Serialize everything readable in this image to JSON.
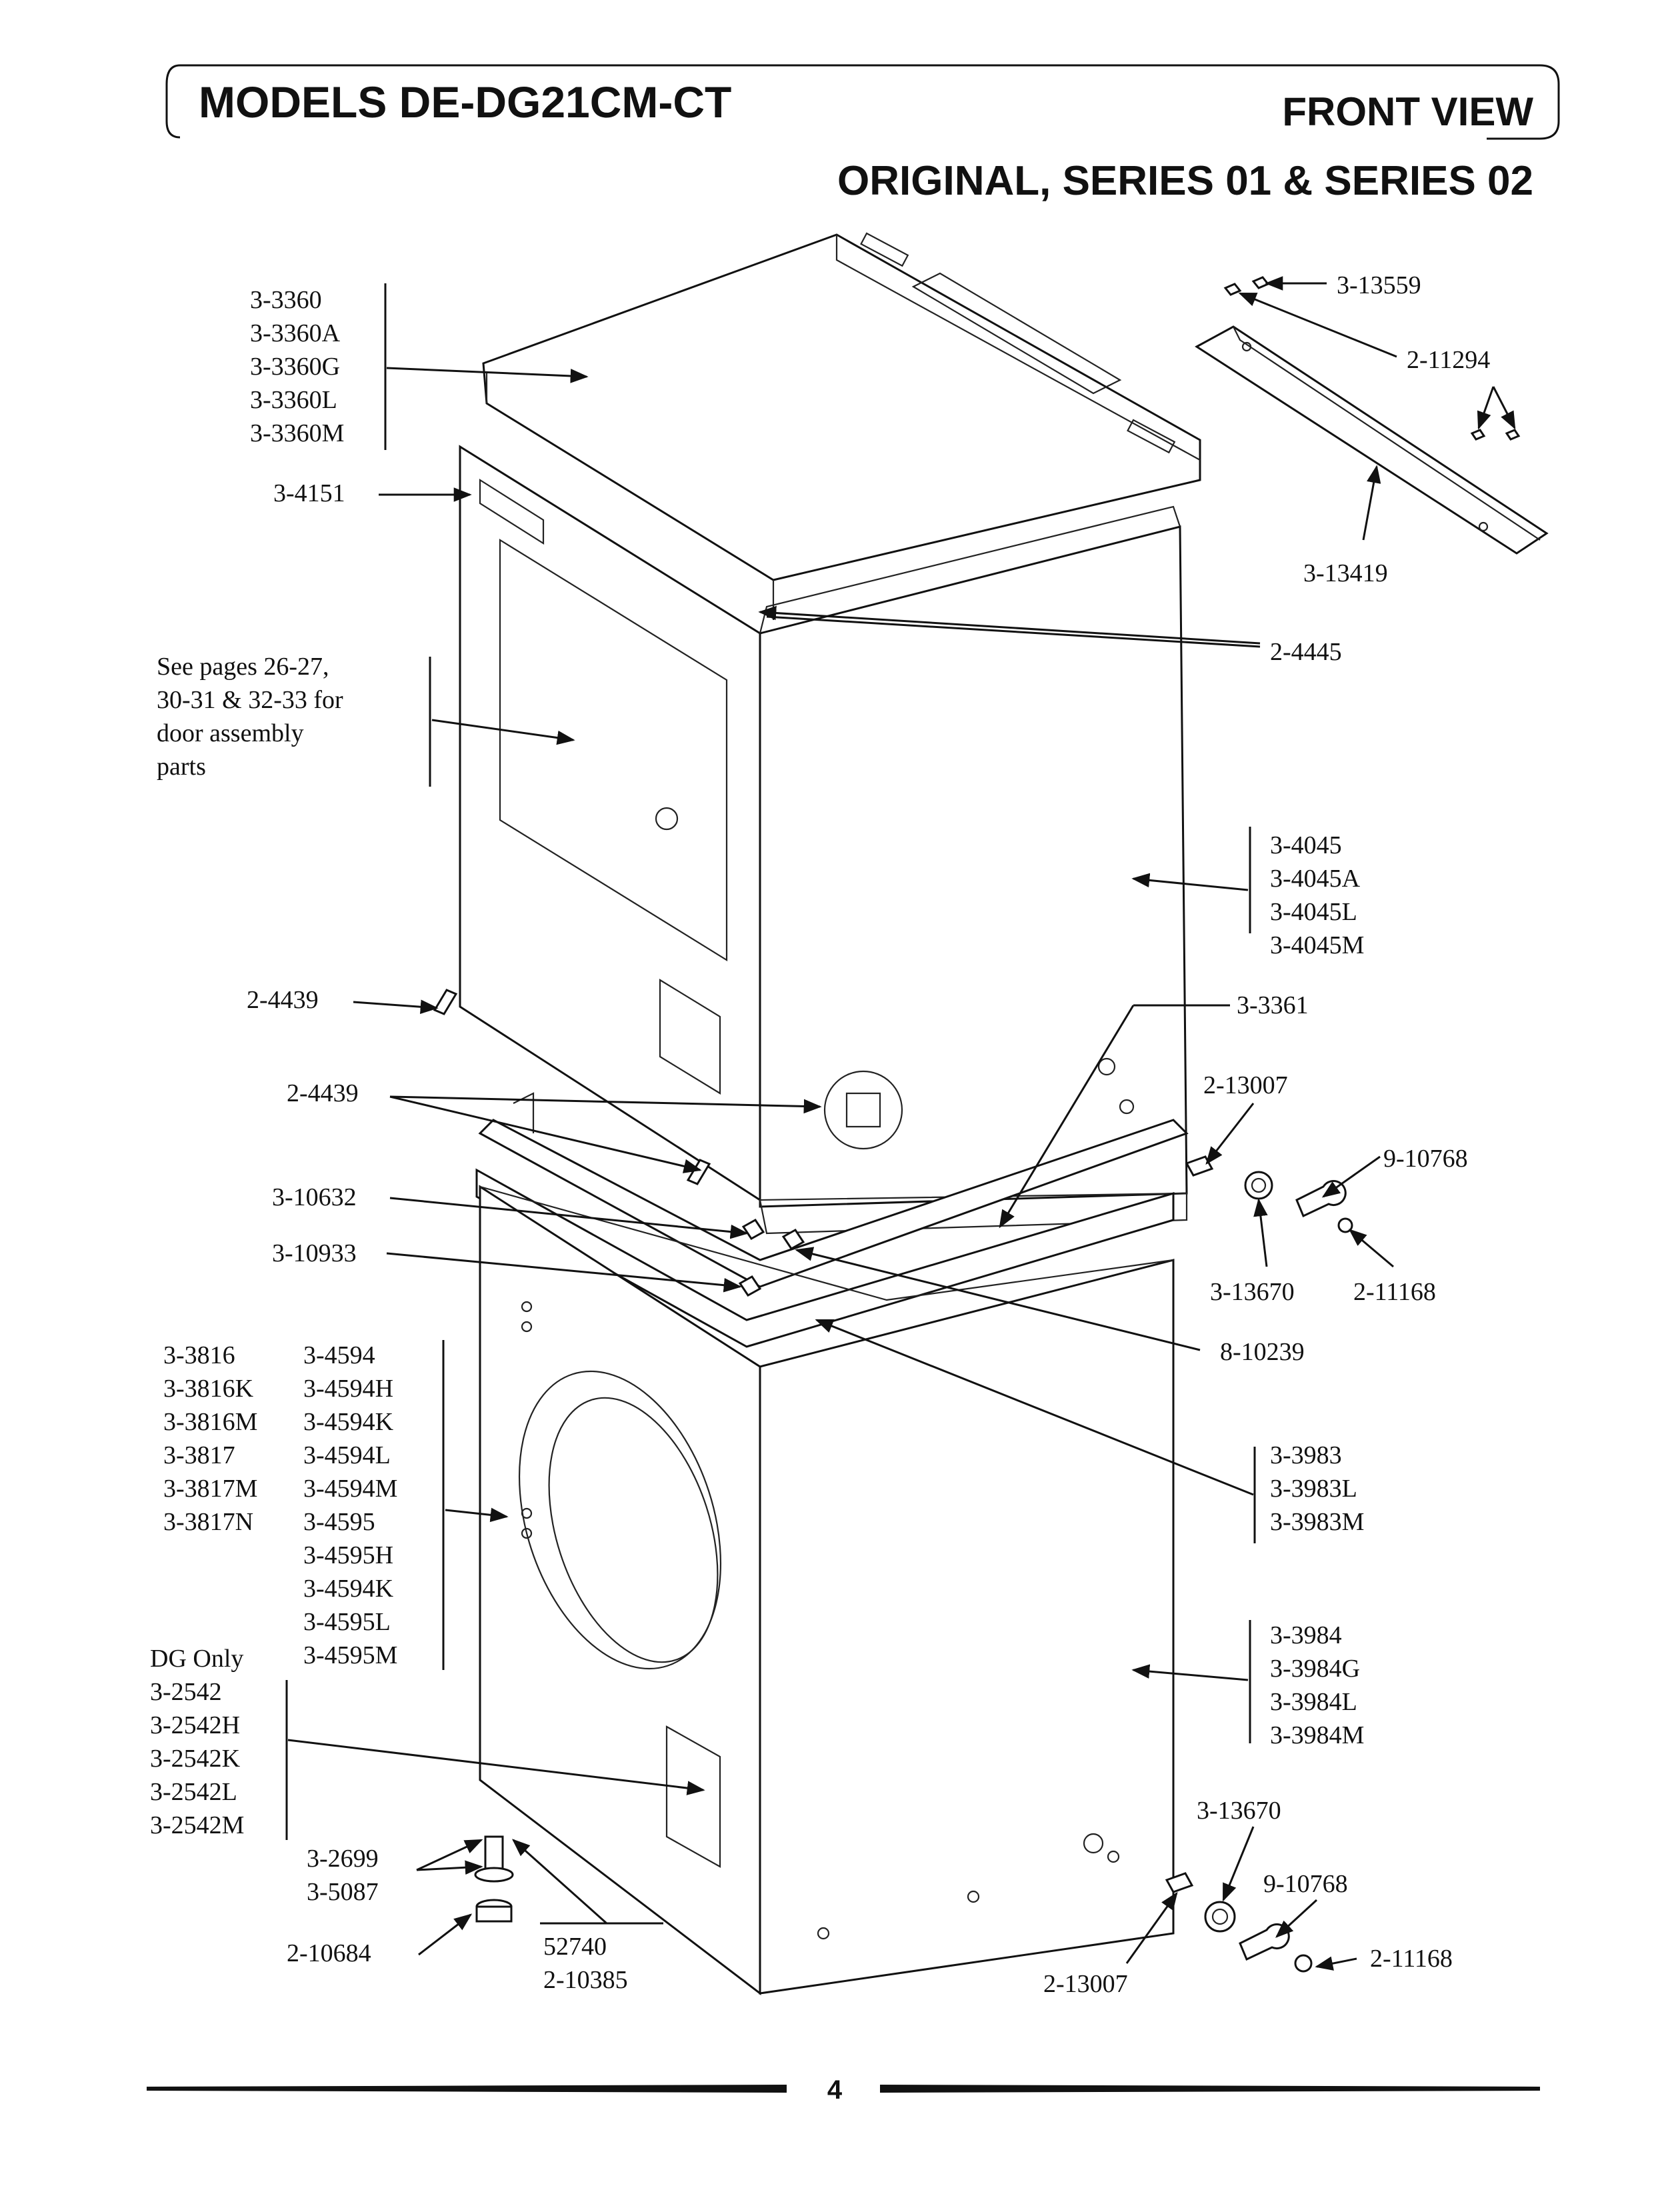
{
  "header": {
    "models": "MODELS DE-DG21CM-CT",
    "view": "FRONT VIEW",
    "series": "ORIGINAL, SERIES 01 & SERIES 02"
  },
  "labels": {
    "top_cover": [
      "3-3360",
      "3-3360A",
      "3-3360G",
      "3-3360L",
      "3-3360M"
    ],
    "nameplate": "3-4151",
    "door_note": [
      "See pages 26-27,",
      "30-31 & 32-33 for",
      "door assembly",
      "parts"
    ],
    "screw_upper": "2-4439",
    "screw_lower": "2-4439",
    "bracket_10632": "3-10632",
    "bracket_10933": "3-10933",
    "front_panel_col1": [
      "3-3816",
      "3-3816K",
      "3-3816M",
      "3-3817",
      "3-3817M",
      "3-3817N"
    ],
    "front_panel_col2": [
      "3-4594",
      "3-4594H",
      "3-4594K",
      "3-4594L",
      "3-4594M",
      "3-4595",
      "3-4595H",
      "3-4594K",
      "3-4595L",
      "3-4595M"
    ],
    "dg_only": [
      "DG Only",
      "3-2542",
      "3-2542H",
      "3-2542K",
      "3-2542L",
      "3-2542M"
    ],
    "leveling_leg": [
      "3-2699",
      "3-5087"
    ],
    "foot_pad": "2-10684",
    "leg_nut": [
      "52740",
      "2-10385"
    ],
    "screw_13559": "3-13559",
    "screw_11294": "2-11294",
    "rail_13419": "3-13419",
    "clip_4445": "2-4445",
    "cabinet_upper": [
      "3-4045",
      "3-4045A",
      "3-4045L",
      "3-4045M"
    ],
    "base_3361": "3-3361",
    "screw_13007_upper": "2-13007",
    "bushing_10768_upper": "9-10768",
    "grommet_13670_upper": "3-13670",
    "screw_11168_upper": "2-11168",
    "screw_10239": "8-10239",
    "frame_3983": [
      "3-3983",
      "3-3983L",
      "3-3983M"
    ],
    "cabinet_lower": [
      "3-3984",
      "3-3984G",
      "3-3984L",
      "3-3984M"
    ],
    "grommet_13670_lower": "3-13670",
    "bushing_10768_lower": "9-10768",
    "screw_11168_lower": "2-11168",
    "screw_13007_lower": "2-13007"
  },
  "footer": {
    "page_number": "4"
  }
}
